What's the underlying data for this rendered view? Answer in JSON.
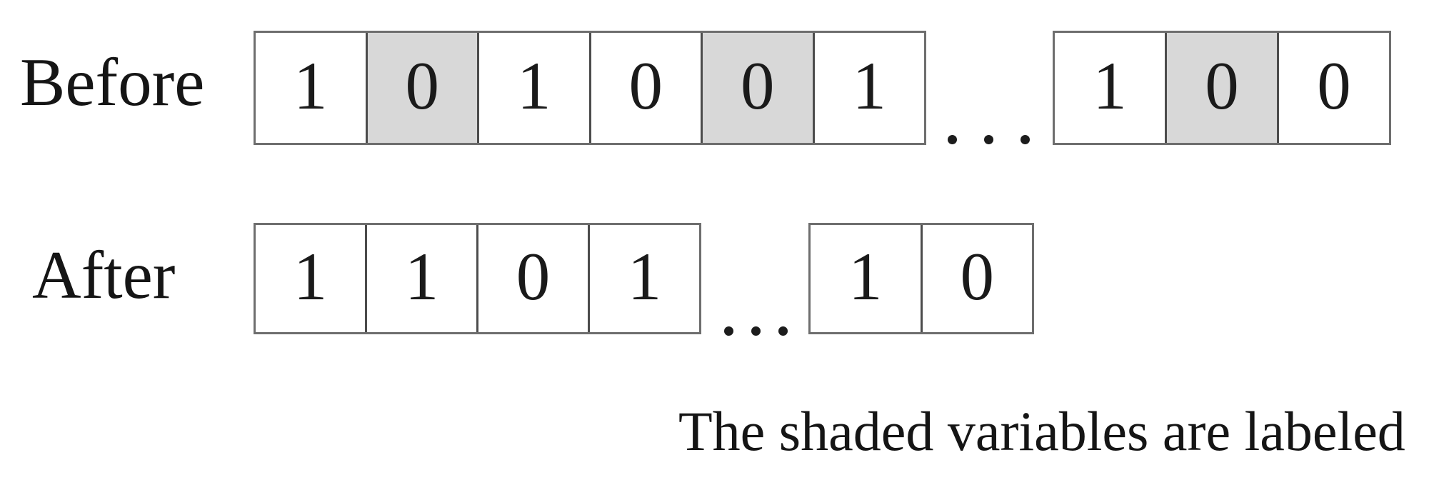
{
  "diagram": {
    "rows": [
      {
        "label": "Before",
        "groups": [
          {
            "cells": [
              {
                "value": "1",
                "shaded": false
              },
              {
                "value": "0",
                "shaded": true
              },
              {
                "value": "1",
                "shaded": false
              },
              {
                "value": "0",
                "shaded": false
              },
              {
                "value": "0",
                "shaded": true
              },
              {
                "value": "1",
                "shaded": false
              }
            ]
          },
          {
            "cells": [
              {
                "value": "1",
                "shaded": false
              },
              {
                "value": "0",
                "shaded": true
              },
              {
                "value": "0",
                "shaded": false
              }
            ]
          }
        ],
        "ellipsis": ". . ."
      },
      {
        "label": "After",
        "groups": [
          {
            "cells": [
              {
                "value": "1",
                "shaded": false
              },
              {
                "value": "1",
                "shaded": false
              },
              {
                "value": "0",
                "shaded": false
              },
              {
                "value": "1",
                "shaded": false
              }
            ]
          },
          {
            "cells": [
              {
                "value": "1",
                "shaded": false
              },
              {
                "value": "0",
                "shaded": false
              }
            ]
          }
        ],
        "ellipsis": ". . ."
      }
    ],
    "caption": "The shaded variables are labeled",
    "colors": {
      "shaded_fill": "#d8d8d8",
      "border": "#6e6e6e",
      "text": "#151515"
    }
  }
}
